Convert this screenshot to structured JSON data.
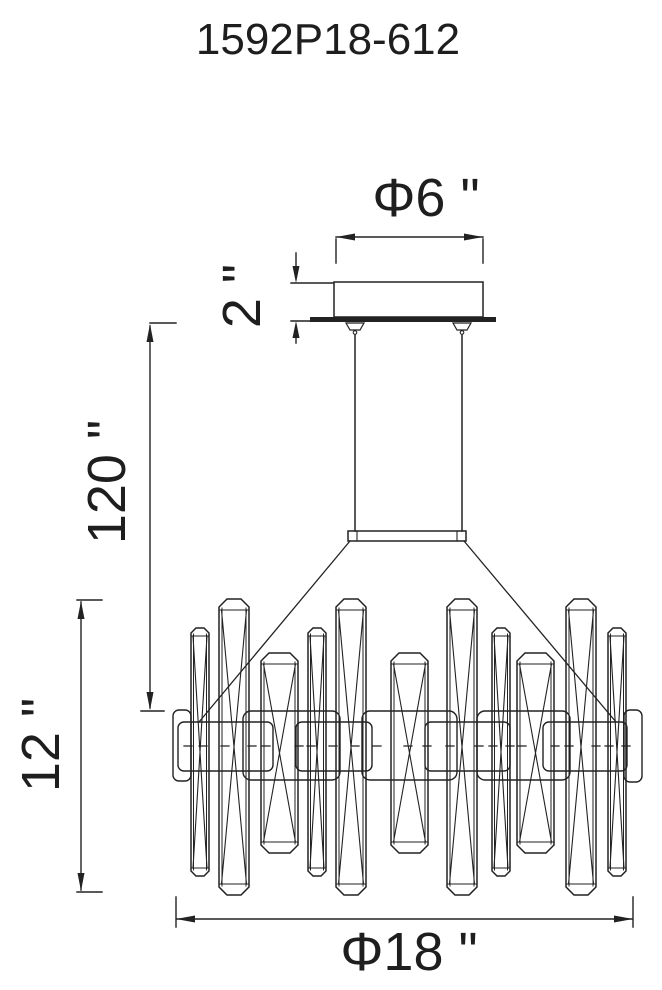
{
  "drawing": {
    "model_number": "1592P18-612",
    "line_color": "#222222",
    "background": "#ffffff",
    "dimensions": {
      "canopy_diameter": "Φ6 \"",
      "canopy_height": "2 \"",
      "max_drop": "120 \"",
      "body_height": "12 \"",
      "body_diameter": "Φ18 \""
    }
  }
}
